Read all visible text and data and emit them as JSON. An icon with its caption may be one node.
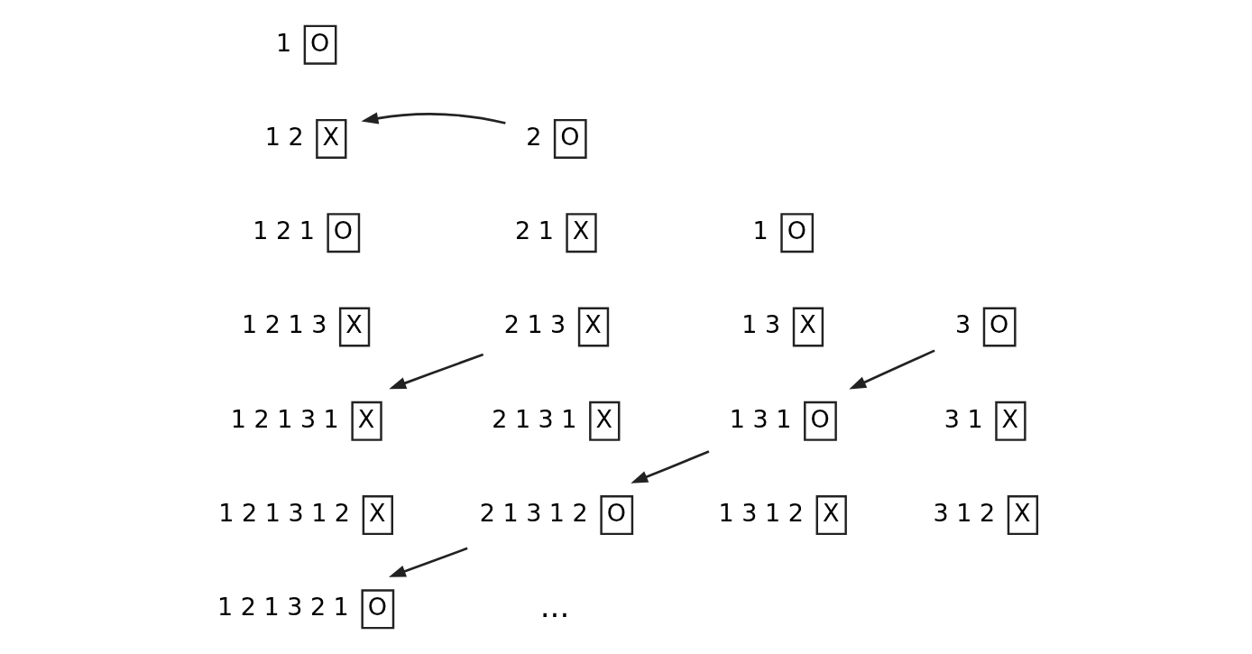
{
  "diagram": {
    "nodes": [
      {
        "text": [
          "1",
          "O"
        ]
      },
      {
        "text": [
          "1 2",
          "X"
        ]
      },
      {
        "text": [
          "1 2 1",
          "O"
        ]
      },
      {
        "text": [
          "1 2 1 3",
          "X"
        ]
      },
      {
        "text": [
          "1 2 1 3 1",
          "X"
        ]
      },
      {
        "text": [
          "1 2 1 3 1 2",
          "X"
        ]
      },
      {
        "text": [
          "1 2 1 3 2 1",
          "O"
        ]
      },
      {
        "text": [
          "2",
          "O"
        ]
      },
      {
        "text": [
          "2 1",
          "X"
        ]
      },
      {
        "text": [
          "2 1 3",
          "X"
        ]
      },
      {
        "text": [
          "2 1 3 1",
          "X"
        ]
      },
      {
        "text": [
          "2 1 3 1 2",
          "O"
        ]
      },
      {
        "text": [
          "1",
          "O"
        ]
      },
      {
        "text": [
          "1 3",
          "X"
        ]
      },
      {
        "text": [
          "1 3 1",
          "O"
        ]
      },
      {
        "text": [
          "1 3 1 2",
          "X"
        ]
      },
      {
        "text": [
          "3",
          "O"
        ]
      },
      {
        "text": [
          "3 1",
          "X"
        ]
      },
      {
        "text": [
          "3 1 2",
          "X"
        ]
      }
    ],
    "edges": [
      {
        "from": 7,
        "to": 1,
        "arrow": "to"
      },
      {
        "from": 9,
        "to": 4,
        "arrow": "to"
      },
      {
        "from": 11,
        "to": 6,
        "arrow": "to"
      },
      {
        "from": 16,
        "to": 14,
        "arrow": "to"
      },
      {
        "from": 14,
        "to": 11,
        "arrow": "to"
      }
    ],
    "labels": [
      "..."
    ]
  }
}
